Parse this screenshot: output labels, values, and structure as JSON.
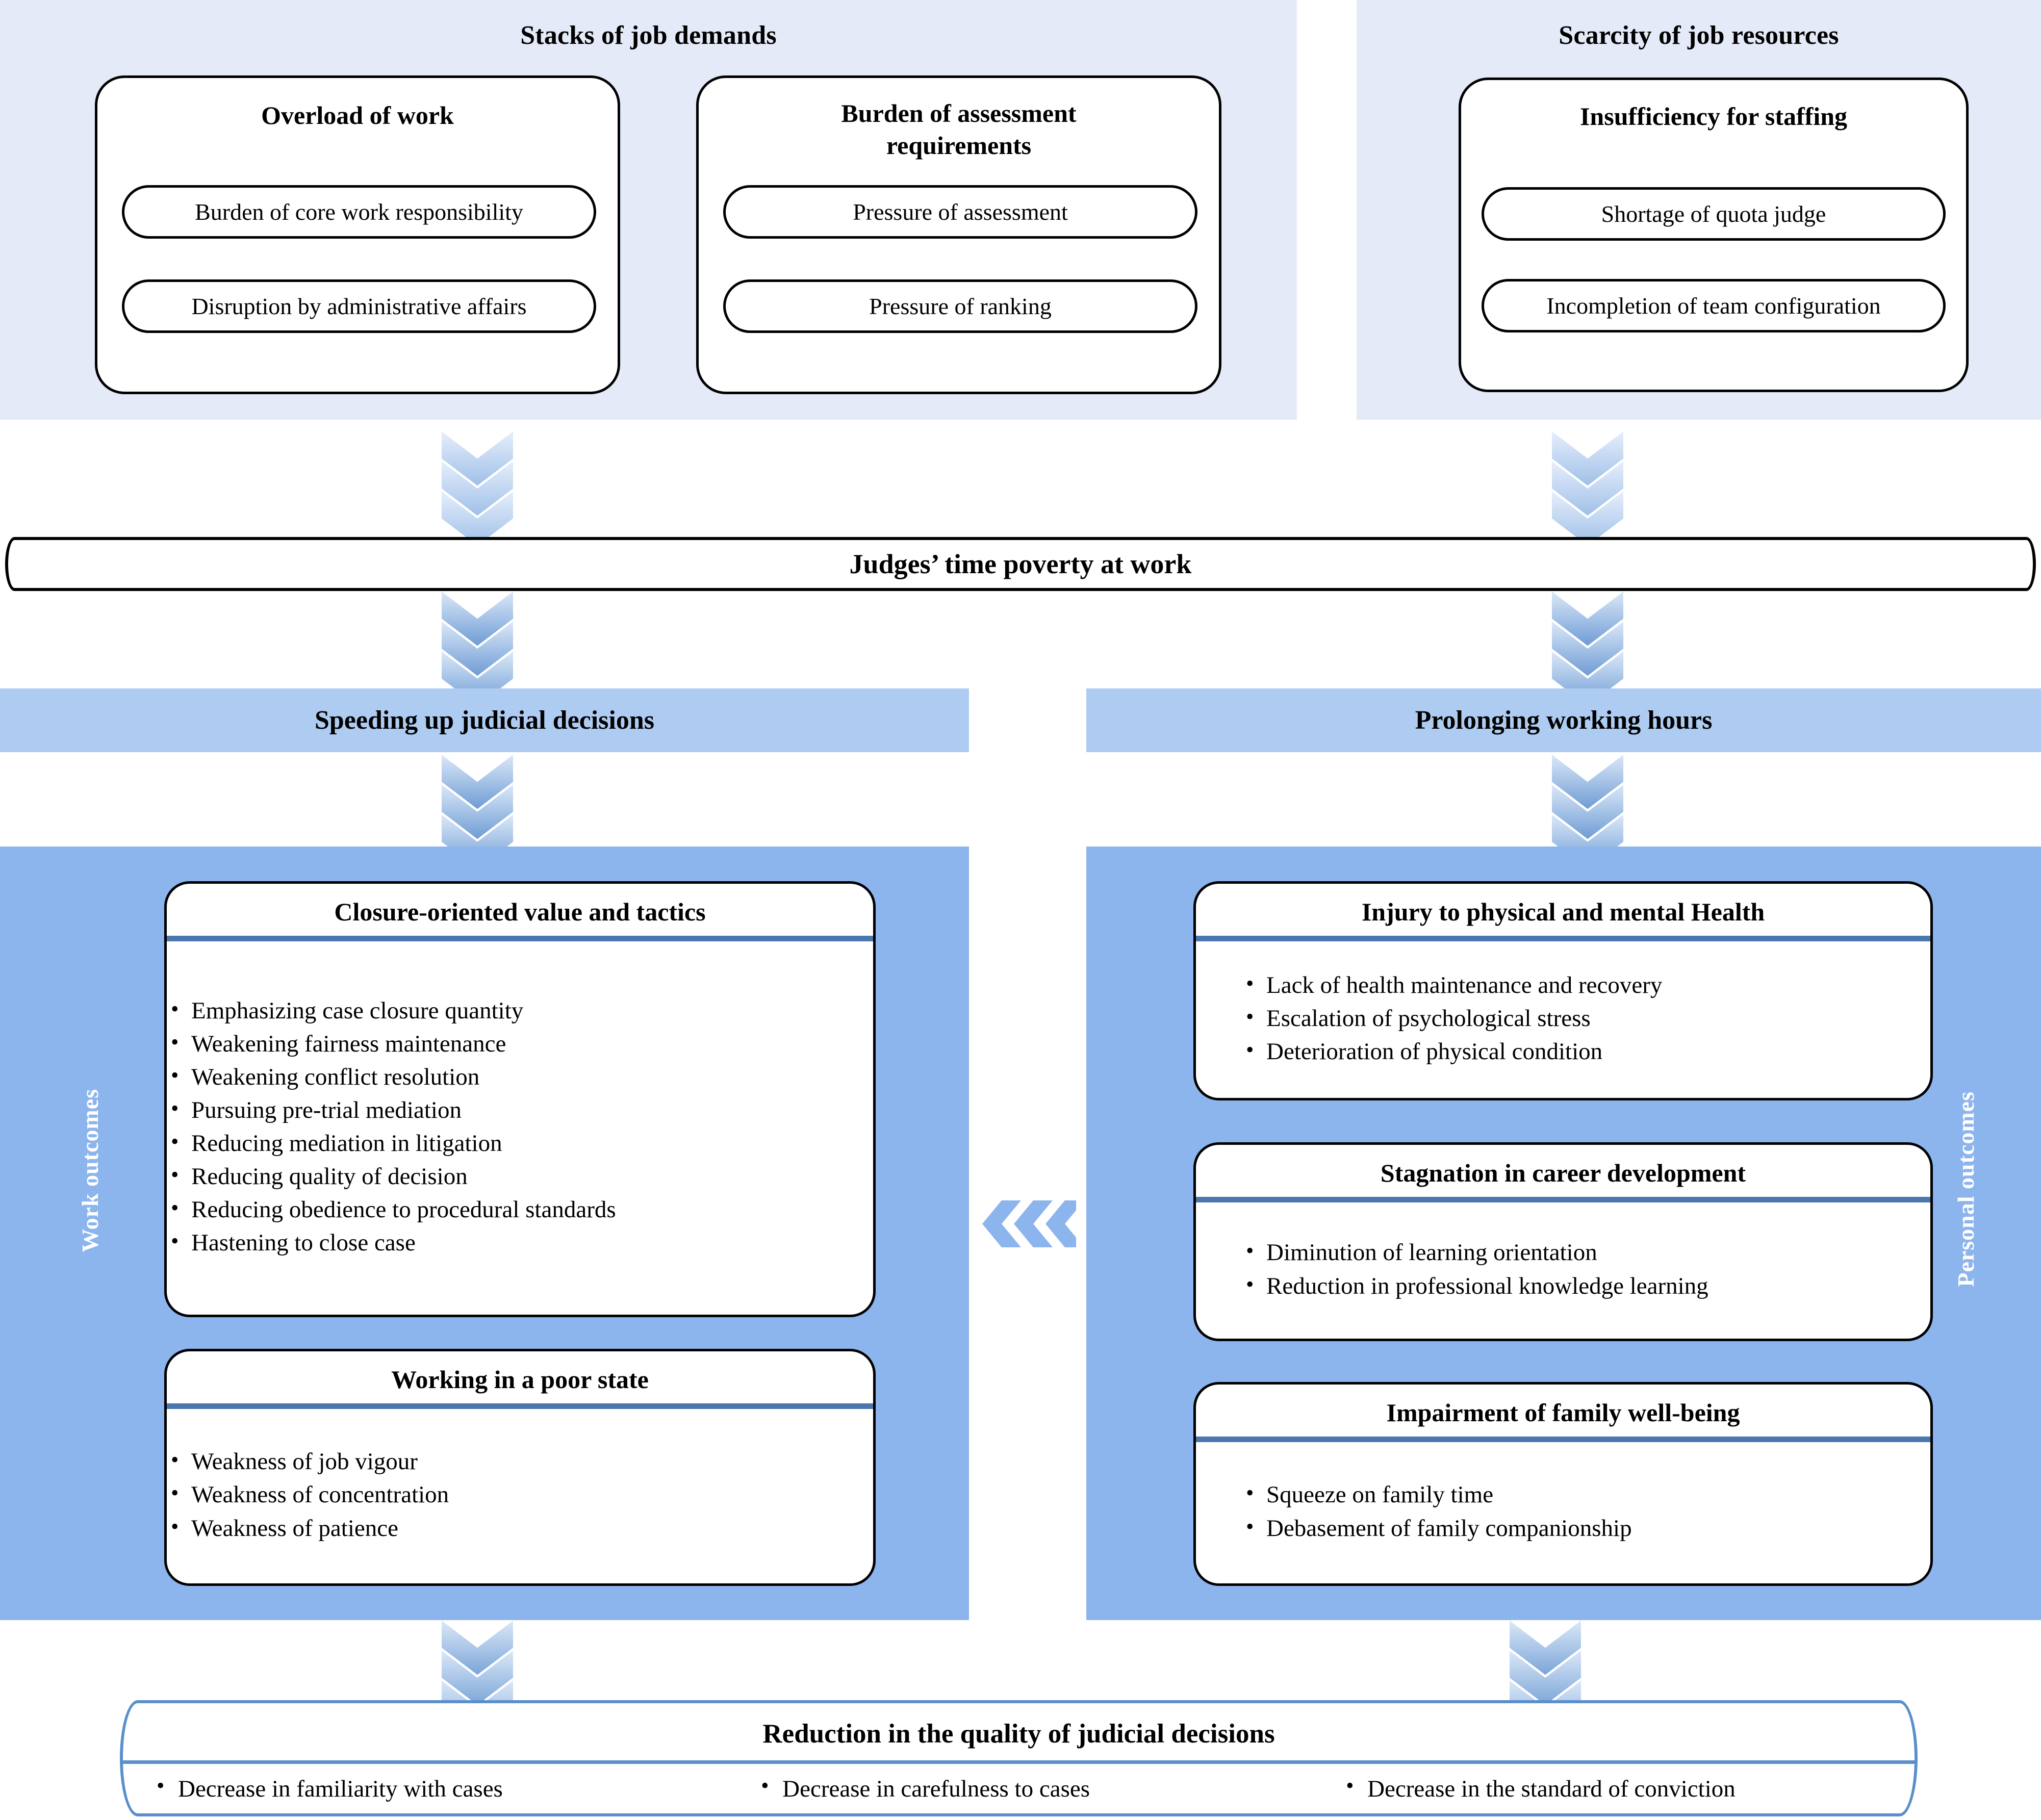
{
  "tier1": {
    "left_band_title": "Stacks of job demands",
    "right_band_title": "Scarcity of job resources",
    "groups": [
      {
        "title": "Overload of  work",
        "items": [
          "Burden of core work responsibility",
          "Disruption by administrative affairs"
        ]
      },
      {
        "title": "Burden of assessment requirements",
        "items": [
          "Pressure of assessment",
          "Pressure of ranking"
        ]
      },
      {
        "title": "Insufficiency for staffing",
        "items": [
          "Shortage of quota judge",
          "Incompletion of team configuration"
        ]
      }
    ]
  },
  "core": {
    "label": "Judges’ time poverty at work"
  },
  "banners": {
    "left": "Speeding up judicial decisions",
    "right": "Prolonging working hours"
  },
  "side_labels": {
    "left": "Work outcomes",
    "right": "Personal outcomes"
  },
  "work_outcome_cards": [
    {
      "title": "Closure-oriented value and tactics",
      "items": [
        "Emphasizing case closure quantity",
        "Weakening fairness maintenance",
        "Weakening conflict resolution",
        "Pursuing pre-trial mediation",
        "Reducing mediation in litigation",
        "Reducing quality of decision",
        "Reducing obedience to procedural standards",
        "Hastening to close case"
      ]
    },
    {
      "title": "Working in a poor state",
      "items": [
        "Weakness of job vigour",
        "Weakness of concentration",
        "Weakness of patience"
      ]
    }
  ],
  "personal_outcome_cards": [
    {
      "title": "Injury to physical and mental Health",
      "items": [
        "Lack of health maintenance and recovery",
        "Escalation of psychological stress",
        "Deterioration of physical condition"
      ]
    },
    {
      "title": "Stagnation in career development",
      "items": [
        "Diminution of learning orientation",
        "Reduction in professional knowledge learning"
      ]
    },
    {
      "title": "Impairment of family well-being",
      "items": [
        "Squeeze on family time",
        "Debasement of family companionship"
      ]
    }
  ],
  "conclusion": {
    "title": "Reduction in the quality of  judicial decisions",
    "items": [
      "Decrease in familiarity with cases",
      "Decrease in  carefulness to cases",
      "Decrease in the standard of conviction"
    ]
  },
  "colors": {
    "tier1_band": "#e4eaf8",
    "banner": "#aeccf2",
    "panel": "#8cb4ed",
    "card_rule": "#4a77ae",
    "conclusion_border": "#5b8fcc",
    "chevron_light": "#dce7f7",
    "chevron_dark": "#7ba5d8"
  },
  "icons": {
    "down_chevron": "chevron-down-icon",
    "left_chevron": "chevron-left-icon"
  }
}
